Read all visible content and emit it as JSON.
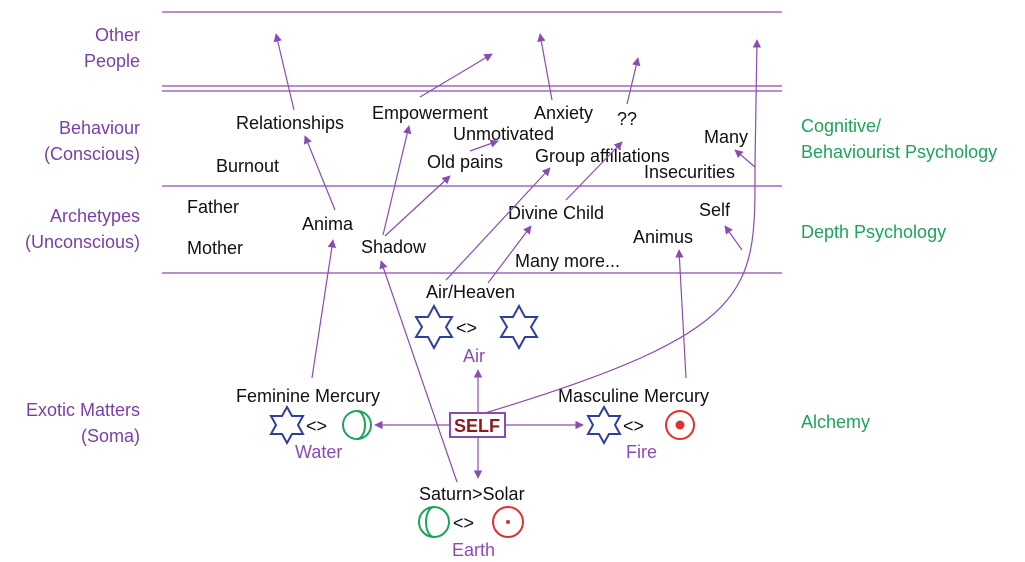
{
  "left_labels": {
    "other_people": [
      "Other",
      "People"
    ],
    "behaviour": [
      "Behaviour",
      "(Conscious)"
    ],
    "archetypes": [
      "Archetypes",
      "(Unconscious)"
    ],
    "exotic": [
      "Exotic Matters",
      "(Soma)"
    ]
  },
  "right_labels": {
    "cognitive": [
      "Cognitive/",
      "Behaviourist Psychology"
    ],
    "depth": "Depth Psychology",
    "alchemy": "Alchemy"
  },
  "behaviour_terms": {
    "relationships": "Relationships",
    "empowerment": "Empowerment",
    "anxiety": "Anxiety",
    "unmotivated": "Unmotivated",
    "qq": "??",
    "many": "Many",
    "burnout": "Burnout",
    "old_pains": "Old pains",
    "group_affiliations": "Group affiliations",
    "insecurities": "Insecurities"
  },
  "archetype_terms": {
    "father": "Father",
    "mother": "Mother",
    "anima": "Anima",
    "shadow": "Shadow",
    "divine_child": "Divine Child",
    "self": "Self",
    "animus": "Animus",
    "many_more": "Many more..."
  },
  "alchemy": {
    "air_heaven": "Air/Heaven",
    "air": "Air",
    "feminine_mercury": "Feminine Mercury",
    "water": "Water",
    "masculine_mercury": "Masculine Mercury",
    "fire": "Fire",
    "saturn_solar": "Saturn>Solar",
    "earth": "Earth",
    "self_box": "SELF",
    "between": "<>"
  }
}
